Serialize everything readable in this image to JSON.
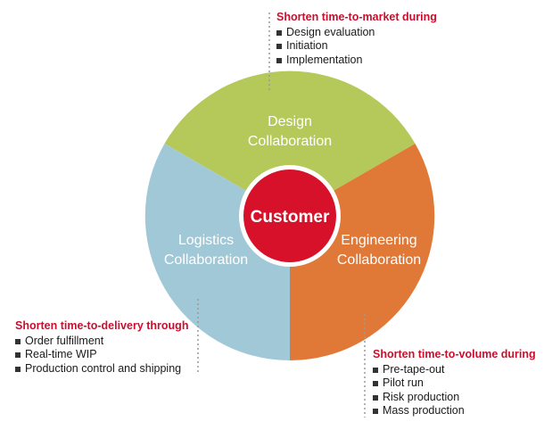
{
  "diagram": {
    "center": {
      "label": "Customer",
      "color": "#d8112a",
      "ring_color": "#ffffff"
    },
    "segments": [
      {
        "id": "design",
        "lines": [
          "Design",
          "Collaboration"
        ],
        "color": "#b5c95a"
      },
      {
        "id": "engineering",
        "lines": [
          "Engineering",
          "Collaboration"
        ],
        "color": "#e07838"
      },
      {
        "id": "logistics",
        "lines": [
          "Logistics",
          "Collaboration"
        ],
        "color": "#a1c8d6"
      }
    ],
    "annotations": {
      "market": {
        "title": "Shorten time-to-market during",
        "items": [
          "Design evaluation",
          "Initiation",
          "Implementation"
        ]
      },
      "volume": {
        "title": "Shorten time-to-volume during",
        "items": [
          "Pre-tape-out",
          "Pilot run",
          "Risk production",
          "Mass production"
        ]
      },
      "delivery": {
        "title": "Shorten time-to-delivery through",
        "items": [
          "Order fulfillment",
          "Real-time WIP",
          "Production control and shipping"
        ]
      }
    },
    "title_color": "#c8102e"
  }
}
